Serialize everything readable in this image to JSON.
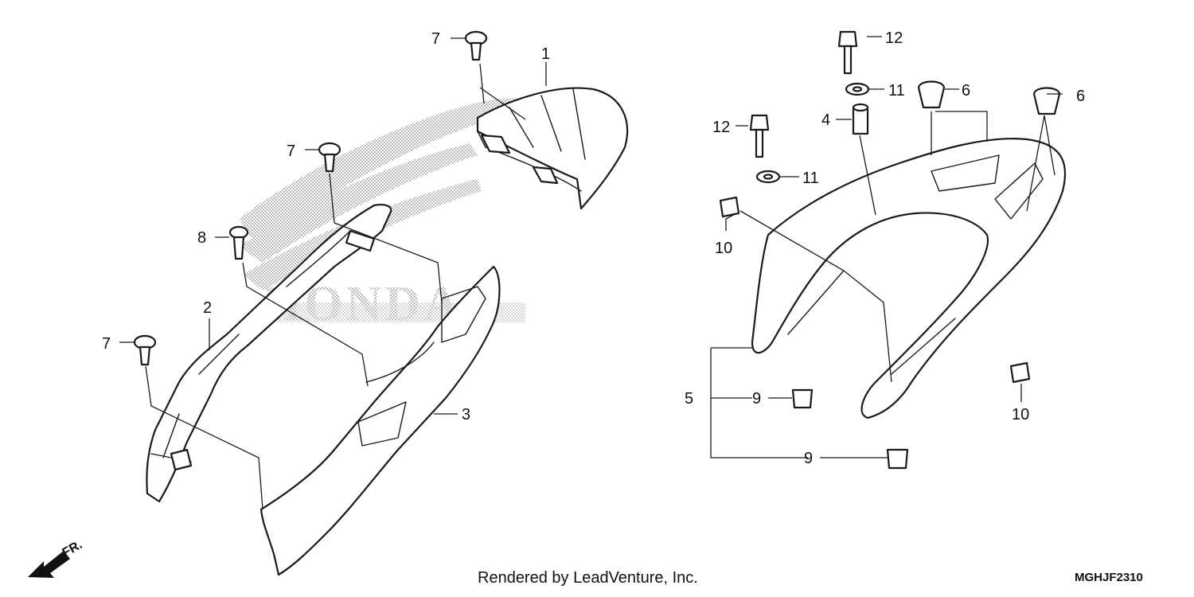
{
  "callouts": [
    {
      "id": "c1",
      "label": "1"
    },
    {
      "id": "c2",
      "label": "2"
    },
    {
      "id": "c3",
      "label": "3"
    },
    {
      "id": "c4",
      "label": "4"
    },
    {
      "id": "c5",
      "label": "5"
    },
    {
      "id": "c6a",
      "label": "6"
    },
    {
      "id": "c6b",
      "label": "6"
    },
    {
      "id": "c7a",
      "label": "7"
    },
    {
      "id": "c7b",
      "label": "7"
    },
    {
      "id": "c7c",
      "label": "7"
    },
    {
      "id": "c8",
      "label": "8"
    },
    {
      "id": "c9a",
      "label": "9"
    },
    {
      "id": "c9b",
      "label": "9"
    },
    {
      "id": "c10a",
      "label": "10"
    },
    {
      "id": "c10b",
      "label": "10"
    },
    {
      "id": "c11a",
      "label": "11"
    },
    {
      "id": "c11b",
      "label": "11"
    },
    {
      "id": "c12a",
      "label": "12"
    },
    {
      "id": "c12b",
      "label": "12"
    }
  ],
  "watermark": {
    "text": "HONDA"
  },
  "front_indicator": {
    "label": "FR."
  },
  "footer": {
    "credit": "Rendered by LeadVenture, Inc.",
    "diagram_code": "MGHJF2310"
  },
  "colors": {
    "line": "#1a1a1a",
    "background": "#ffffff",
    "watermark": "#9a9a9a"
  }
}
